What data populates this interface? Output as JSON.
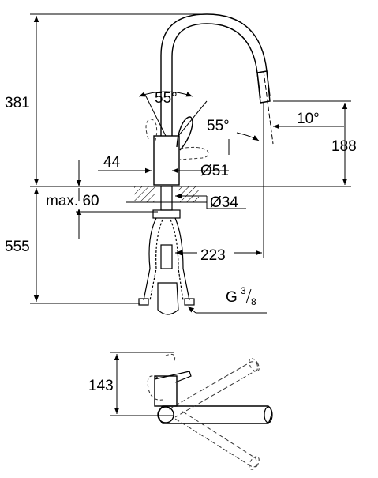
{
  "dimensions": {
    "total_height": "381",
    "below_counter": "555",
    "spout_height": "188",
    "side_view_height": "143",
    "spout_reach": "223",
    "base_offset": "44",
    "body_diameter": "Ø51",
    "hole_diameter": "Ø34",
    "max_counter_thickness": "max. 60",
    "handle_angle": "55°",
    "swivel_angle": "55°",
    "spray_angle": "10°"
  },
  "connection": {
    "thread_prefix": "G",
    "thread_numerator": "3",
    "thread_denominator": "8"
  },
  "colors": {
    "ink": "#000000",
    "background": "#ffffff",
    "dashes": "#333333"
  }
}
